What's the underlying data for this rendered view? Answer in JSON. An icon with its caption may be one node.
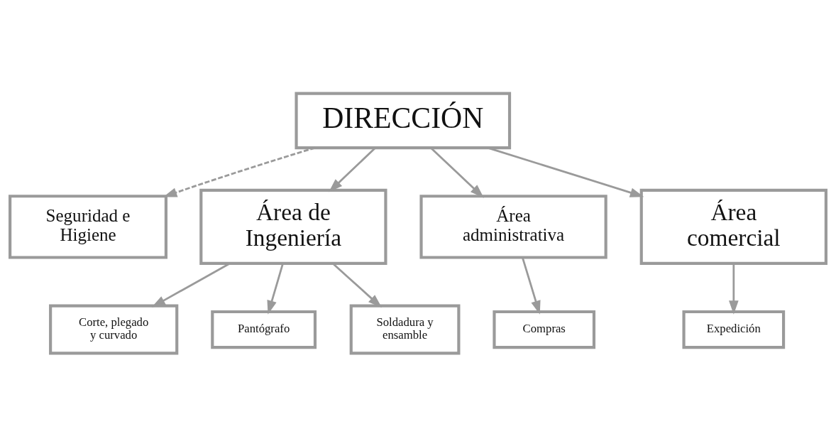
{
  "diagram": {
    "nodes": [
      {
        "text": [
          "DIRECCIÓN"
        ]
      },
      {
        "text": [
          "Seguridad e Higiene"
        ]
      },
      {
        "text": [
          "Área de Ingeniería"
        ]
      },
      {
        "text": [
          "Área administrativa"
        ]
      },
      {
        "text": [
          "Área comercial"
        ]
      },
      {
        "text": [
          "Corte, plegado y curvado"
        ]
      },
      {
        "text": [
          "Pantógrafo"
        ]
      },
      {
        "text": [
          "Soldadura y ensamble"
        ]
      },
      {
        "text": [
          "Compras"
        ]
      },
      {
        "text": [
          "Expedición"
        ]
      }
    ],
    "edges": [
      {
        "from": 0,
        "to": 1,
        "arrow": "to",
        "style": "dashed"
      },
      {
        "from": 0,
        "to": 2,
        "arrow": "to"
      },
      {
        "from": 0,
        "to": 3,
        "arrow": "to"
      },
      {
        "from": 0,
        "to": 4,
        "arrow": "to"
      },
      {
        "from": 2,
        "to": 5,
        "arrow": "to"
      },
      {
        "from": 2,
        "to": 6,
        "arrow": "to"
      },
      {
        "from": 2,
        "to": 7,
        "arrow": "to"
      },
      {
        "from": 3,
        "to": 8,
        "arrow": "to"
      },
      {
        "from": 4,
        "to": 9,
        "arrow": "to"
      }
    ]
  }
}
